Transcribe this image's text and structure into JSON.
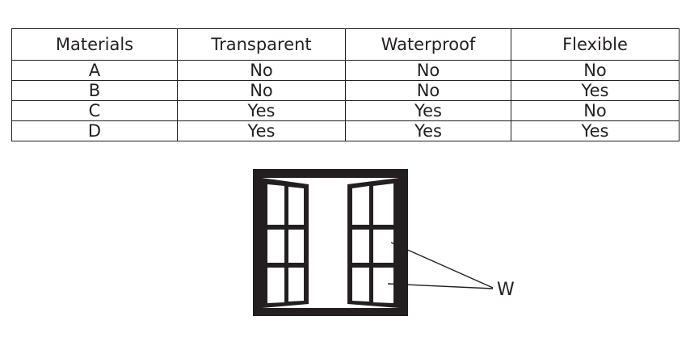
{
  "table": {
    "headers": [
      "Materials",
      "Transparent",
      "Waterproof",
      "Flexible"
    ],
    "rows": [
      [
        "A",
        "No",
        "No",
        "No"
      ],
      [
        "B",
        "No",
        "No",
        "Yes"
      ],
      [
        "C",
        "Yes",
        "Yes",
        "No"
      ],
      [
        "D",
        "Yes",
        "Yes",
        "Yes"
      ]
    ]
  },
  "diagram": {
    "label": "W"
  }
}
